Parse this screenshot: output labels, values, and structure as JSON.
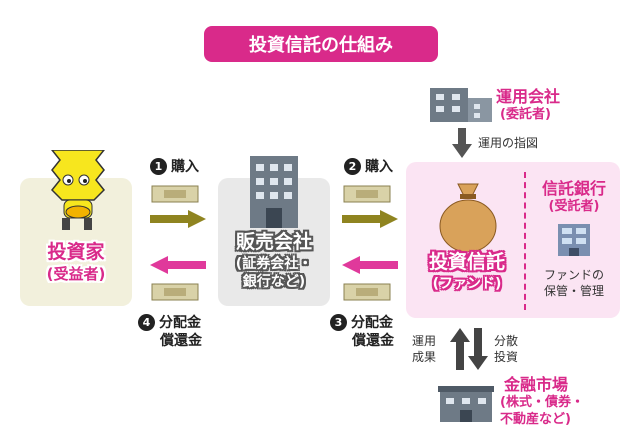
{
  "title": "投資信託の仕組み",
  "investor": {
    "name": "投資家",
    "role": "(受益者)"
  },
  "dealer": {
    "name": "販売会社",
    "sub1": "(証券会社・",
    "sub2": "銀行など)"
  },
  "fund": {
    "name": "投資信託",
    "sub": "(ファンド)"
  },
  "trustee": {
    "name": "信託銀行",
    "role": "(受託者)",
    "desc1": "ファンドの",
    "desc2": "保管・管理"
  },
  "manager": {
    "name": "運用会社",
    "role": "(委託者)",
    "instruction": "運用の指図"
  },
  "market": {
    "name": "金融市場",
    "sub1": "(株式・債券・",
    "sub2": "不動産など)"
  },
  "steps": [
    {
      "num": "1",
      "label": "購入"
    },
    {
      "num": "2",
      "label": "購入"
    },
    {
      "num": "3",
      "label": "分配金",
      "label2": "償還金"
    },
    {
      "num": "4",
      "label": "分配金",
      "label2": "償還金"
    }
  ],
  "flows": {
    "result1": "運用",
    "result2": "成果",
    "invest1": "分散",
    "invest2": "投資"
  },
  "colors": {
    "accent": "#d92a8a",
    "olive": "#8f8420",
    "pinkArrow": "#e0399b",
    "fundBg": "#fbe4f3"
  }
}
